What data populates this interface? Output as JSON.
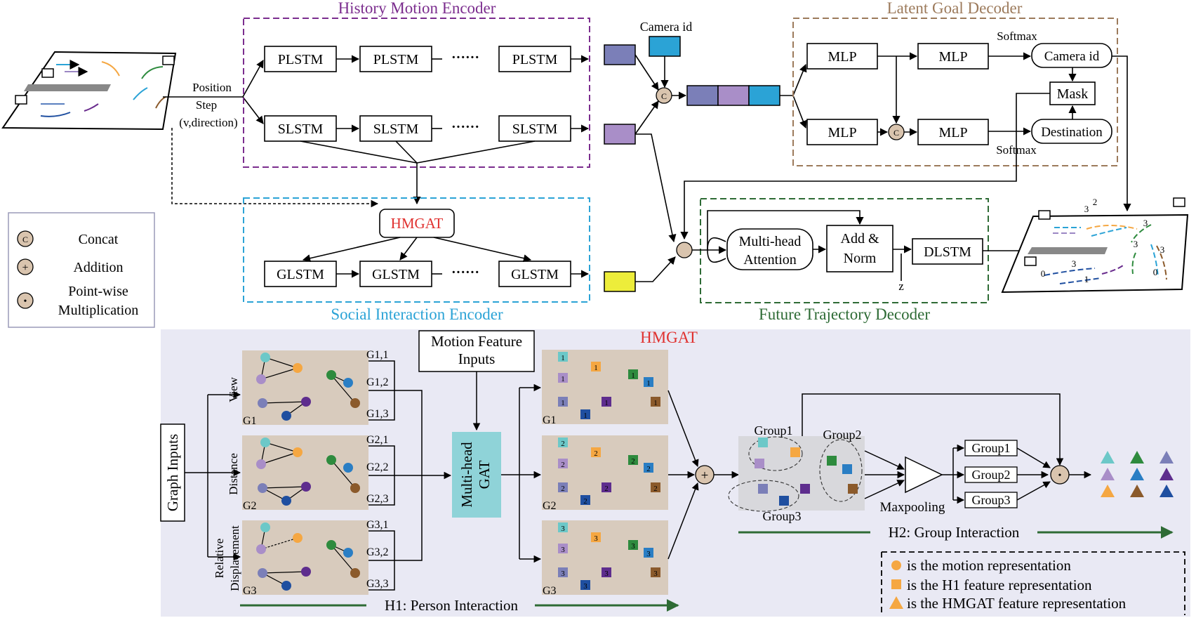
{
  "sections": {
    "history": "History Motion Encoder",
    "social": "Social Interaction Encoder",
    "latent": "Latent Goal Decoder",
    "future": "Future Trajectory Decoder",
    "hmgat_title": "HMGAT"
  },
  "input": {
    "position": "Position",
    "step": "Step",
    "vdir": "(v,direction)"
  },
  "history": {
    "plstm": [
      "PLSTM",
      "PLSTM",
      "PLSTM"
    ],
    "slstm": [
      "SLSTM",
      "SLSTM",
      "SLSTM"
    ],
    "dots": "······"
  },
  "social": {
    "hmgat": "HMGAT",
    "glstm": [
      "GLSTM",
      "GLSTM",
      "GLSTM"
    ]
  },
  "latent": {
    "camera_id_input": "Camera id",
    "mlp": [
      "MLP",
      "MLP",
      "MLP",
      "MLP"
    ],
    "softmax_top": "Softmax",
    "softmax_bottom": "Softmax",
    "camera_id_out": "Camera id",
    "mask": "Mask",
    "destination": "Destination"
  },
  "future": {
    "attn_line1": "Multi-head",
    "attn_line2": "Attention",
    "add_line1": "Add &",
    "add_line2": "Norm",
    "z": "z",
    "dlstm": "DLSTM"
  },
  "legend": {
    "concat_symbol": "C",
    "concat": "Concat",
    "addition_symbol": "+",
    "addition": "Addition",
    "pw_symbol": "•",
    "pw_line1": "Point-wise",
    "pw_line2": "Multiplication"
  },
  "hmgat": {
    "graph_inputs": "Graph Inputs",
    "view": "View",
    "distance": "Distance",
    "rel_line1": "Relative",
    "rel_line2": "Displacement",
    "graphs": [
      "G1",
      "G2",
      "G3"
    ],
    "subgraphs": [
      [
        "G1,1",
        "G1,2",
        "G1,3"
      ],
      [
        "G2,1",
        "G2,2",
        "G2,3"
      ],
      [
        "G3,1",
        "G3,2",
        "G3,3"
      ]
    ],
    "motion_line1": "Motion Feature",
    "motion_line2": "Inputs",
    "gat_line1": "Multi-head",
    "gat_line2": "GAT",
    "h1": "H1: Person Interaction",
    "h2": "H2: Group Interaction",
    "group1": "Group1",
    "group2": "Group2",
    "group3": "Group3",
    "maxpooling": "Maxpooling",
    "group_outputs": [
      "Group1",
      "Group2",
      "Group3"
    ],
    "legend_motion": "is the motion representation",
    "legend_h1": "is the H1 feature representation",
    "legend_hmgat": "is the HMGAT feature representation"
  },
  "scene_labels": [
    "2",
    "3",
    "3",
    "3",
    "3",
    "0",
    "3",
    "1",
    "0"
  ],
  "colors": {
    "purple": "#7b2d8e",
    "cyan": "#2ba3d6",
    "brown": "#9c7a5b",
    "green": "#2e6b35",
    "red": "#e0312f",
    "hmgat_bg": "#e9e9f4",
    "graph_bg": "#d8cbbd",
    "gat_fill": "#8fd3d8"
  }
}
